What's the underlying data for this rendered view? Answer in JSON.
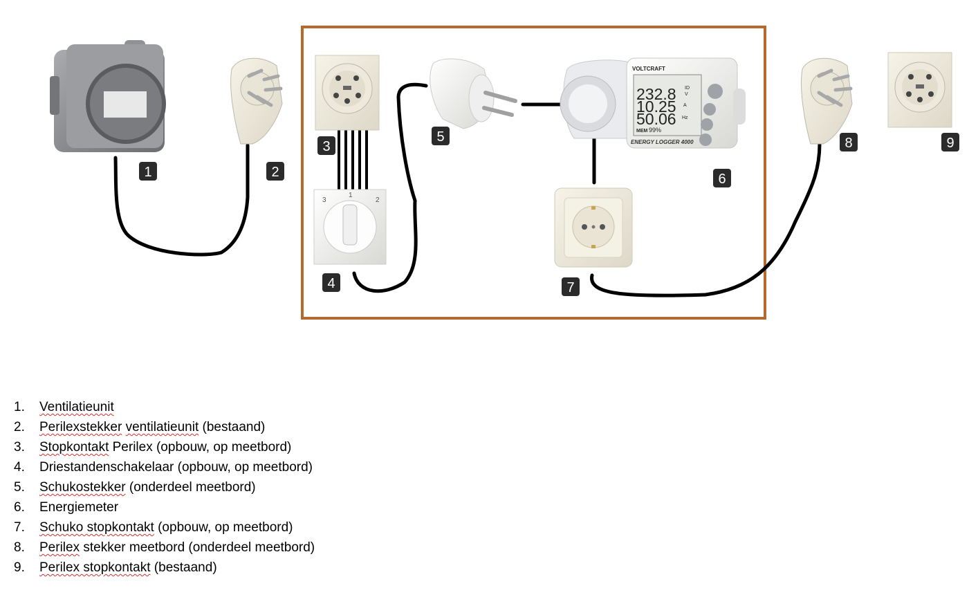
{
  "diagram": {
    "badges": [
      "1",
      "2",
      "3",
      "4",
      "5",
      "6",
      "7",
      "8",
      "9"
    ],
    "meter_display": {
      "brand": "VOLTCRAFT",
      "line1": "232.8",
      "unit1": "V",
      "line2": "10.25",
      "unit2": "A",
      "line3": "50.06",
      "unit3": "Hz",
      "mem_label": "MEM",
      "mem_value": "99%",
      "id_label": "ID",
      "model": "ENERGY LOGGER 4000"
    },
    "switch_labels": {
      "left": "3",
      "middle": "1",
      "right": "2"
    },
    "colors": {
      "board_border": "#b5692c",
      "cable": "#000000",
      "badge": "#2b2b2b"
    }
  },
  "legend": {
    "items": [
      {
        "num": "1.",
        "parts": [
          {
            "t": "Ventilatieunit",
            "sq": true
          }
        ]
      },
      {
        "num": "2.",
        "parts": [
          {
            "t": "Perilexstekker",
            "sq": true
          },
          {
            "t": " "
          },
          {
            "t": "ventilatieunit",
            "sq": true
          },
          {
            "t": " (bestaand)"
          }
        ]
      },
      {
        "num": "3.",
        "parts": [
          {
            "t": "Stopkontakt",
            "sq": true
          },
          {
            "t": " Perilex (opbouw, op meetbord)"
          }
        ]
      },
      {
        "num": "4.",
        "parts": [
          {
            "t": "Driestandenschakelaar (opbouw, op meetbord)"
          }
        ]
      },
      {
        "num": "5.",
        "parts": [
          {
            "t": "Schukostekker",
            "sq": true
          },
          {
            "t": " (onderdeel meetbord)"
          }
        ]
      },
      {
        "num": "6.",
        "parts": [
          {
            "t": "Energiemeter"
          }
        ]
      },
      {
        "num": "7.",
        "parts": [
          {
            "t": "Schuko stopkontakt",
            "sq": true
          },
          {
            "t": " (opbouw, op meetbord)"
          }
        ]
      },
      {
        "num": "8.",
        "parts": [
          {
            "t": "Perilex",
            "sq": true
          },
          {
            "t": " stekker meetbord (onderdeel meetbord)"
          }
        ]
      },
      {
        "num": "9.",
        "parts": [
          {
            "t": "Perilex stopkontakt",
            "sq": true
          },
          {
            "t": " (bestaand)"
          }
        ]
      }
    ]
  }
}
